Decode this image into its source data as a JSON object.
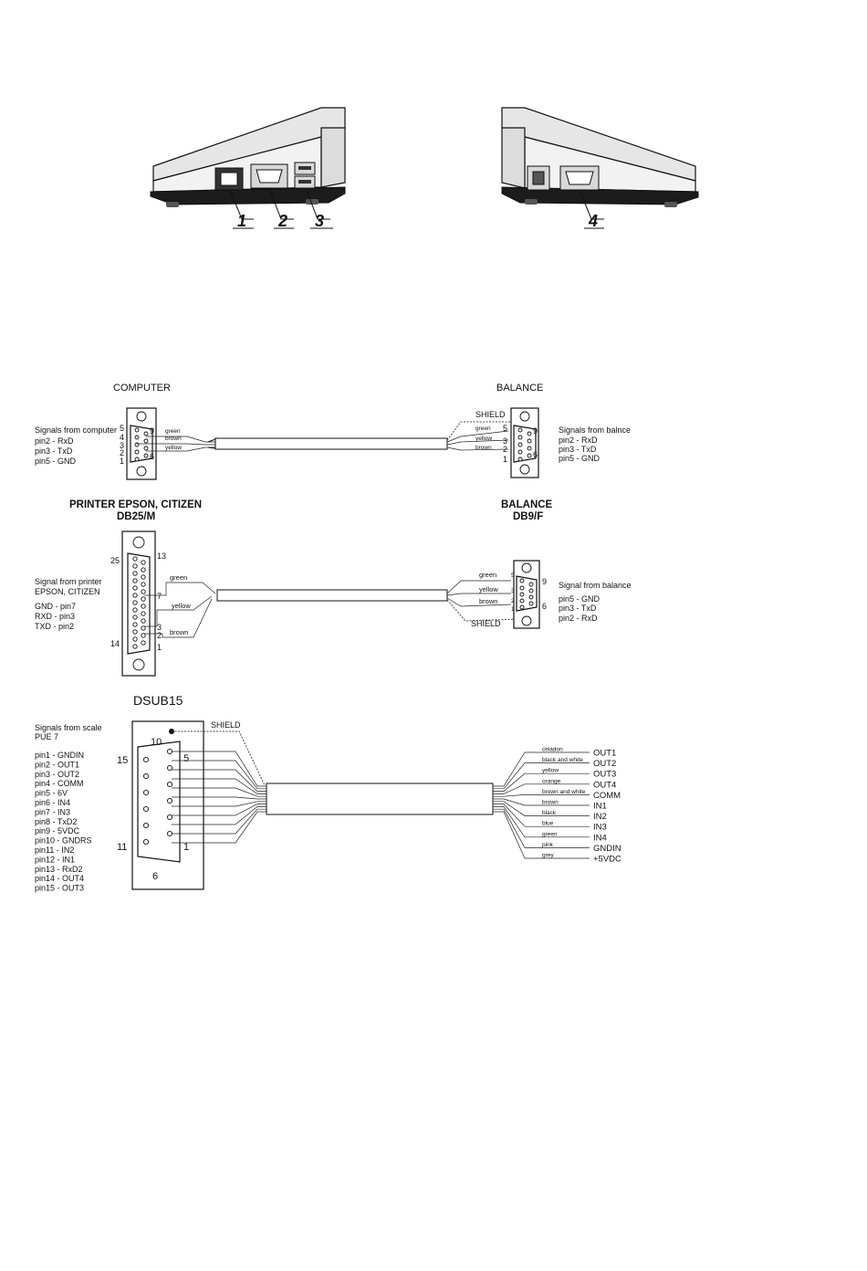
{
  "devices": {
    "left_callouts": [
      "1",
      "2",
      "3"
    ],
    "right_callouts": [
      "4"
    ]
  },
  "diagram1": {
    "left_title": "COMPUTER",
    "right_title": "BALANCE",
    "left_caption": [
      "Signals from computer",
      "pin2 - RxD",
      "pin3 - TxD",
      "pin5 - GND"
    ],
    "right_caption": [
      "Signals from balnce",
      "pin2 - RxD",
      "pin3 - TxD",
      "pin5 - GND"
    ],
    "left_pin_numbers": [
      "5",
      "4",
      "3",
      "2",
      "1",
      "9",
      "6"
    ],
    "right_pin_numbers": [
      "5",
      "3",
      "2",
      "1",
      "9",
      "6"
    ],
    "left_wires": [
      "green",
      "brown",
      "yellow"
    ],
    "right_wires": [
      "green",
      "yellow",
      "brown"
    ],
    "shield": "SHIELD"
  },
  "diagram2": {
    "left_title": "PRINTER EPSON, CITIZEN",
    "left_subtitle": "DB25/M",
    "right_title": "BALANCE",
    "right_subtitle": "DB9/F",
    "left_caption": [
      "Signal from printer",
      "EPSON, CITIZEN",
      "GND - pin7",
      "RXD - pin3",
      "TXD - pin2"
    ],
    "right_caption": [
      "Signal from balance",
      "pin5 - GND",
      "pin3 - TxD",
      "pin2 - RxD"
    ],
    "left_pin_numbers": [
      "25",
      "13",
      "14",
      "1",
      "7",
      "3",
      "2"
    ],
    "right_pin_numbers": [
      "5",
      "3",
      "2",
      "1",
      "9",
      "6"
    ],
    "left_wires": [
      "green",
      "yellow",
      "brown"
    ],
    "right_wires": [
      "green",
      "yellow",
      "brown"
    ],
    "shield": "SHIELD"
  },
  "diagram3": {
    "title": "DSUB15",
    "caption_head": [
      "Signals from scale",
      "PUE 7"
    ],
    "pins": [
      "pin1 - GNDIN",
      "pin2 - OUT1",
      "pin3 - OUT2",
      "pin4 - COMM",
      "pin5 - 6V",
      "pin6 - IN4",
      "pin7 - IN3",
      "pin8 - TxD2",
      "pin9 - 5VDC",
      "pin10 - GNDRS",
      "pin11 - IN2",
      "pin12 - IN1",
      "pin13 - RxD2",
      "pin14 - OUT4",
      "pin15 - OUT3"
    ],
    "connector_numbers": [
      "10",
      "15",
      "5",
      "11",
      "1",
      "6"
    ],
    "shield": "SHIELD",
    "wires": [
      "celadon",
      "black and white",
      "yellow",
      "orange",
      "brown and white",
      "brown",
      "black",
      "blue",
      "green",
      "pink",
      "grey"
    ],
    "outputs": [
      "OUT1",
      "OUT2",
      "OUT3",
      "OUT4",
      "COMM",
      "IN1",
      "IN2",
      "IN3",
      "IN4",
      "GNDIN",
      "+5VDC"
    ]
  }
}
